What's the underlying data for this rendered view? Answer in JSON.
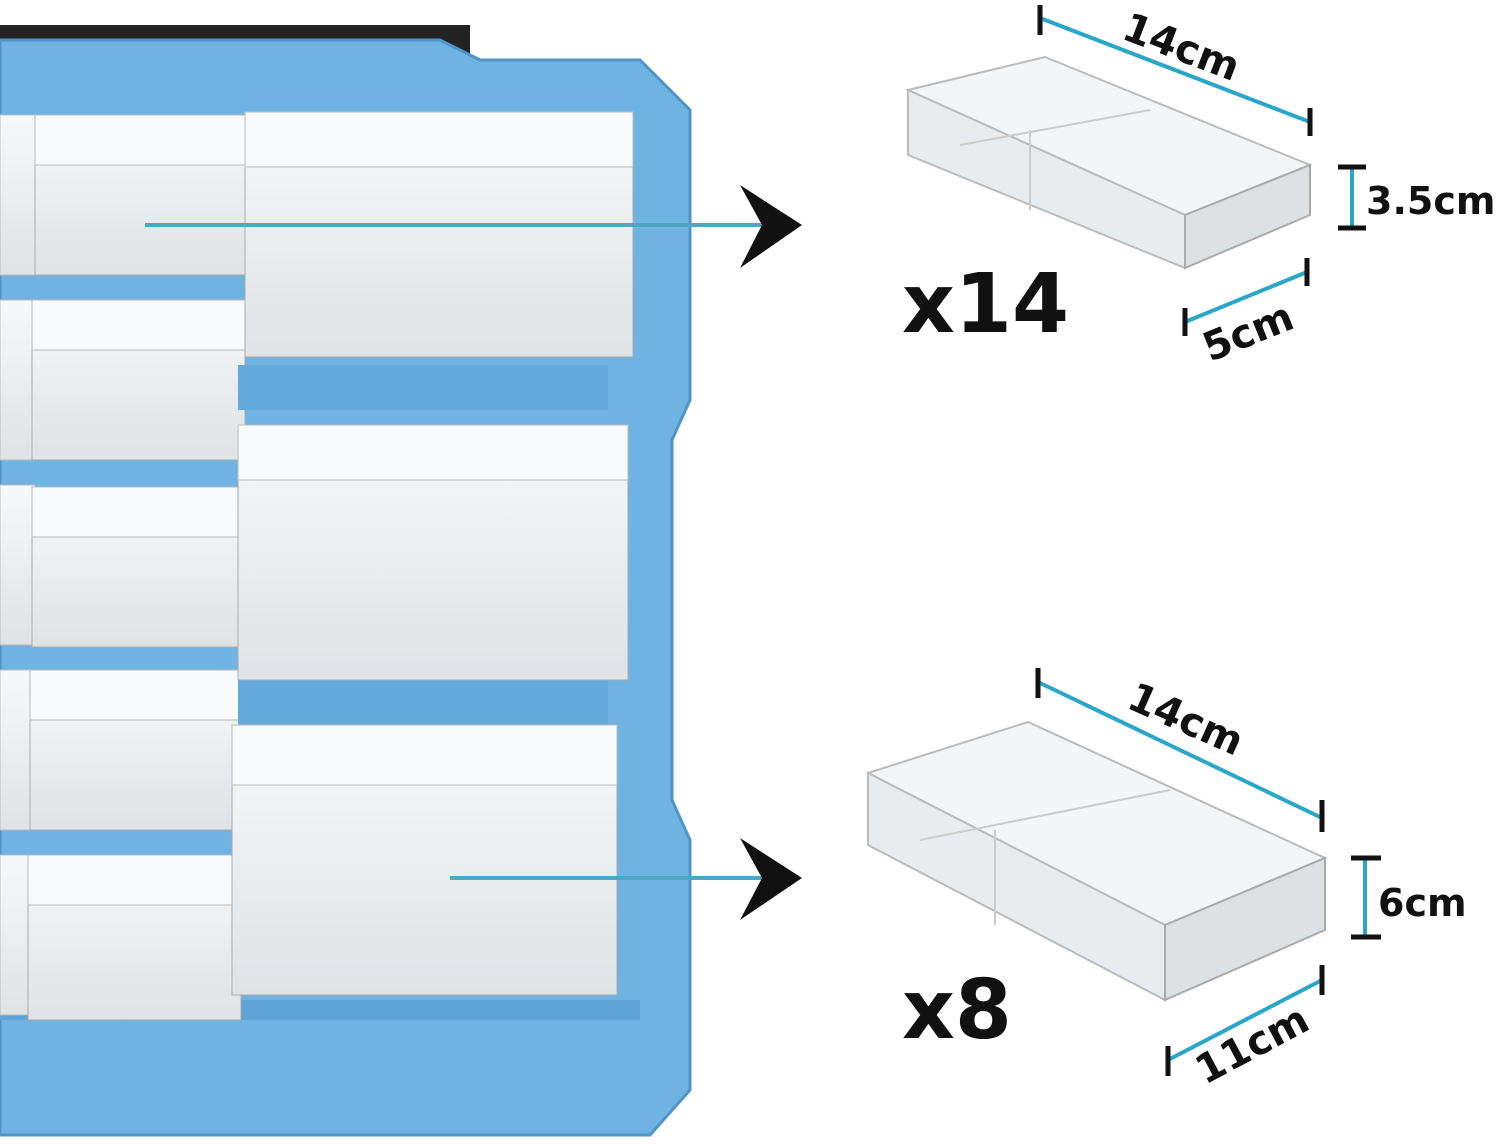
{
  "colors": {
    "frame": "#6fb3e3",
    "frame_dark": "#4f95c9",
    "dimension_line": "#2aa6c9",
    "tick": "#111111",
    "drawer": "#eef1f3"
  },
  "small_drawer": {
    "count_label": "x14",
    "length": "14cm",
    "height": "3.5cm",
    "width": "5cm"
  },
  "large_drawer": {
    "count_label": "x8",
    "length": "14cm",
    "height": "6cm",
    "width": "11cm"
  },
  "icons": [
    "arrow-right-icon",
    "arrow-right-icon"
  ]
}
